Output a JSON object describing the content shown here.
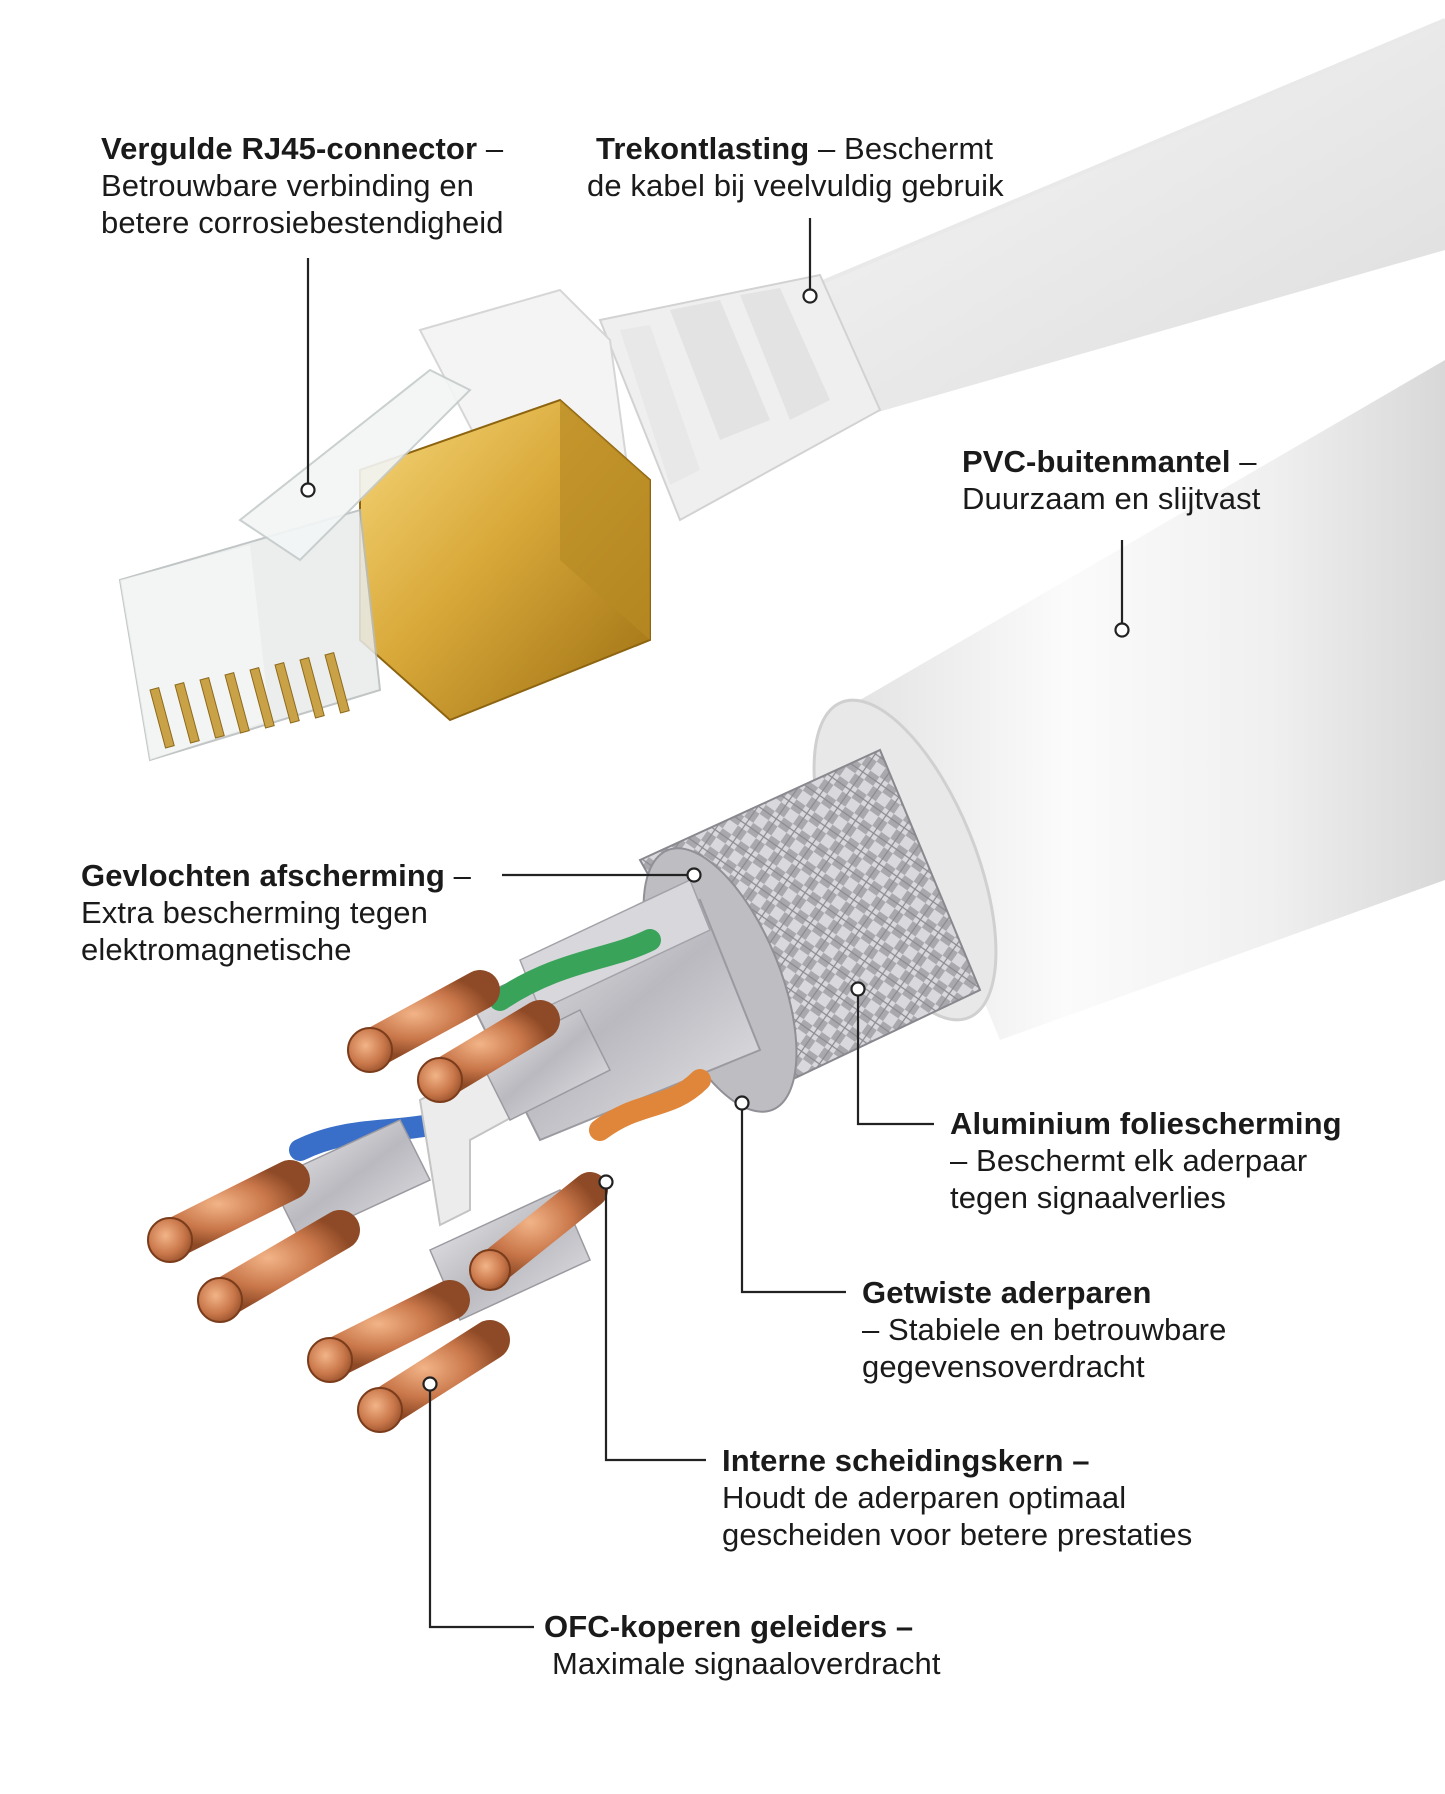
{
  "callouts": {
    "rj45": {
      "title": "Vergulde RJ45-connector",
      "title_suffix": " –",
      "desc": [
        "Betrouwbare verbinding en",
        "betere corrosiebestendigheid"
      ]
    },
    "strain_relief": {
      "title": "Trekontlasting",
      "title_suffix": " – Beschermt",
      "desc": [
        "de kabel bij veelvuldig gebruik"
      ]
    },
    "pvc_jacket": {
      "title": "PVC-buitenmantel",
      "title_suffix": " –",
      "desc": [
        "Duurzaam en slijtvast"
      ]
    },
    "braided_shield": {
      "title": "Gevlochten afscherming",
      "title_suffix": " –",
      "desc": [
        "Extra bescherming tegen",
        "elektromagnetische"
      ]
    },
    "foil_shield": {
      "title": "Aluminium foliescherming",
      "title_suffix": "",
      "desc": [
        "– Beschermt elk aderpaar",
        "tegen signaalverlies"
      ]
    },
    "twisted_pairs": {
      "title": "Getwiste aderparen",
      "title_suffix": "",
      "desc": [
        "– Stabiele en betrouwbare",
        "gegevensoverdracht"
      ]
    },
    "separator": {
      "title": "Interne scheidingskern",
      "title_suffix": " –",
      "desc": [
        "Houdt de aderparen optimaal",
        "gescheiden voor betere prestaties"
      ]
    },
    "conductors": {
      "title": "OFC-koperen geleiders",
      "title_suffix": " –",
      "desc": [
        "Maximale signaaloverdracht"
      ]
    }
  },
  "colors": {
    "text": "#1a1a1a",
    "leader_line": "#222222",
    "cable_white": "#f2f2f2",
    "gold": "#d9a93a",
    "copper": "#c9774a",
    "foil": "#c8c8cc",
    "pair_green": "#3aa35a",
    "pair_blue": "#3a6fc9",
    "pair_orange": "#e0863a"
  }
}
